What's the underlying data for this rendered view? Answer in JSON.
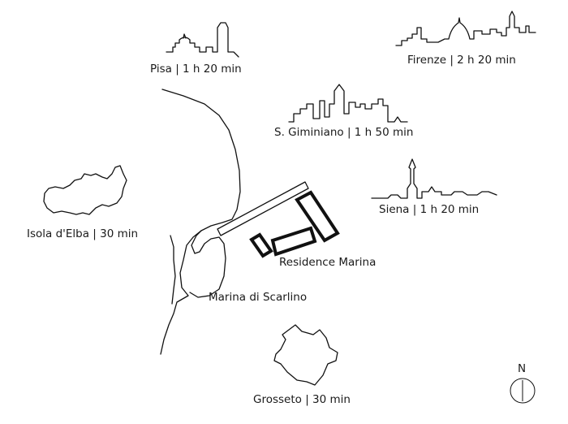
{
  "destinations": {
    "pisa": "Pisa | 1 h 20 min",
    "firenze": "Firenze | 2 h 20 min",
    "san_gimignano": "S. Giminiano | 1 h 50 min",
    "elba": "Isola d'Elba | 30 min",
    "siena": "Siena | 1 h 20 min",
    "residence": "Residence Marina",
    "scarlino": "Marina di Scarlino",
    "grosseto": "Grosseto | 30 min"
  },
  "compass": {
    "north_label": "N"
  },
  "colors": {
    "ink": "#111111",
    "background": "#ffffff"
  },
  "icons": [
    "pisa-skyline-icon",
    "firenze-skyline-icon",
    "san-gimignano-skyline-icon",
    "elba-island-icon",
    "siena-skyline-icon",
    "residence-buildings-icon",
    "grosseto-fortress-icon",
    "compass-icon"
  ]
}
